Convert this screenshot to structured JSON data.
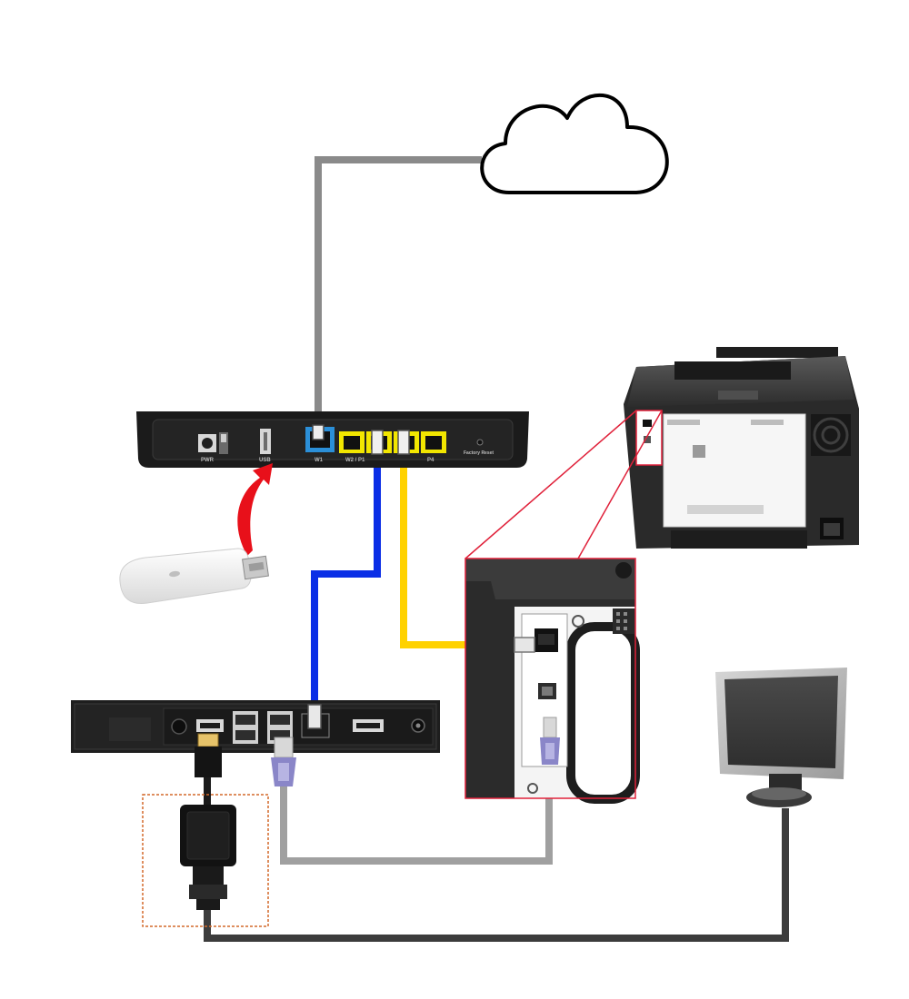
{
  "router": {
    "ports": {
      "power": "PWR",
      "usb": "USB",
      "wan": "W1",
      "lan1": "W2 / P1",
      "lan4": "P4",
      "reset": "Factory Reset"
    }
  },
  "cables": {
    "internet": "#8a8a8a",
    "lan_blue": "#0a2ee6",
    "lan_yellow": "#ffd200",
    "usb_gray": "#a0a0a0",
    "video_dark": "#3c3c3c"
  },
  "colors": {
    "router_wan_port": "#2b8fd8",
    "router_lan_port": "#f2e600",
    "zoom_frame": "#e0213a",
    "adapter_outline": "#d4692a",
    "usb_connector": "#8a86c8",
    "arrow": "#e8101a"
  },
  "icons": [
    "cloud-icon",
    "router-icon",
    "usb-modem-icon",
    "printer-icon",
    "mini-pc-icon",
    "monitor-icon",
    "hdmi-vga-adapter-icon",
    "red-arrow-icon"
  ]
}
